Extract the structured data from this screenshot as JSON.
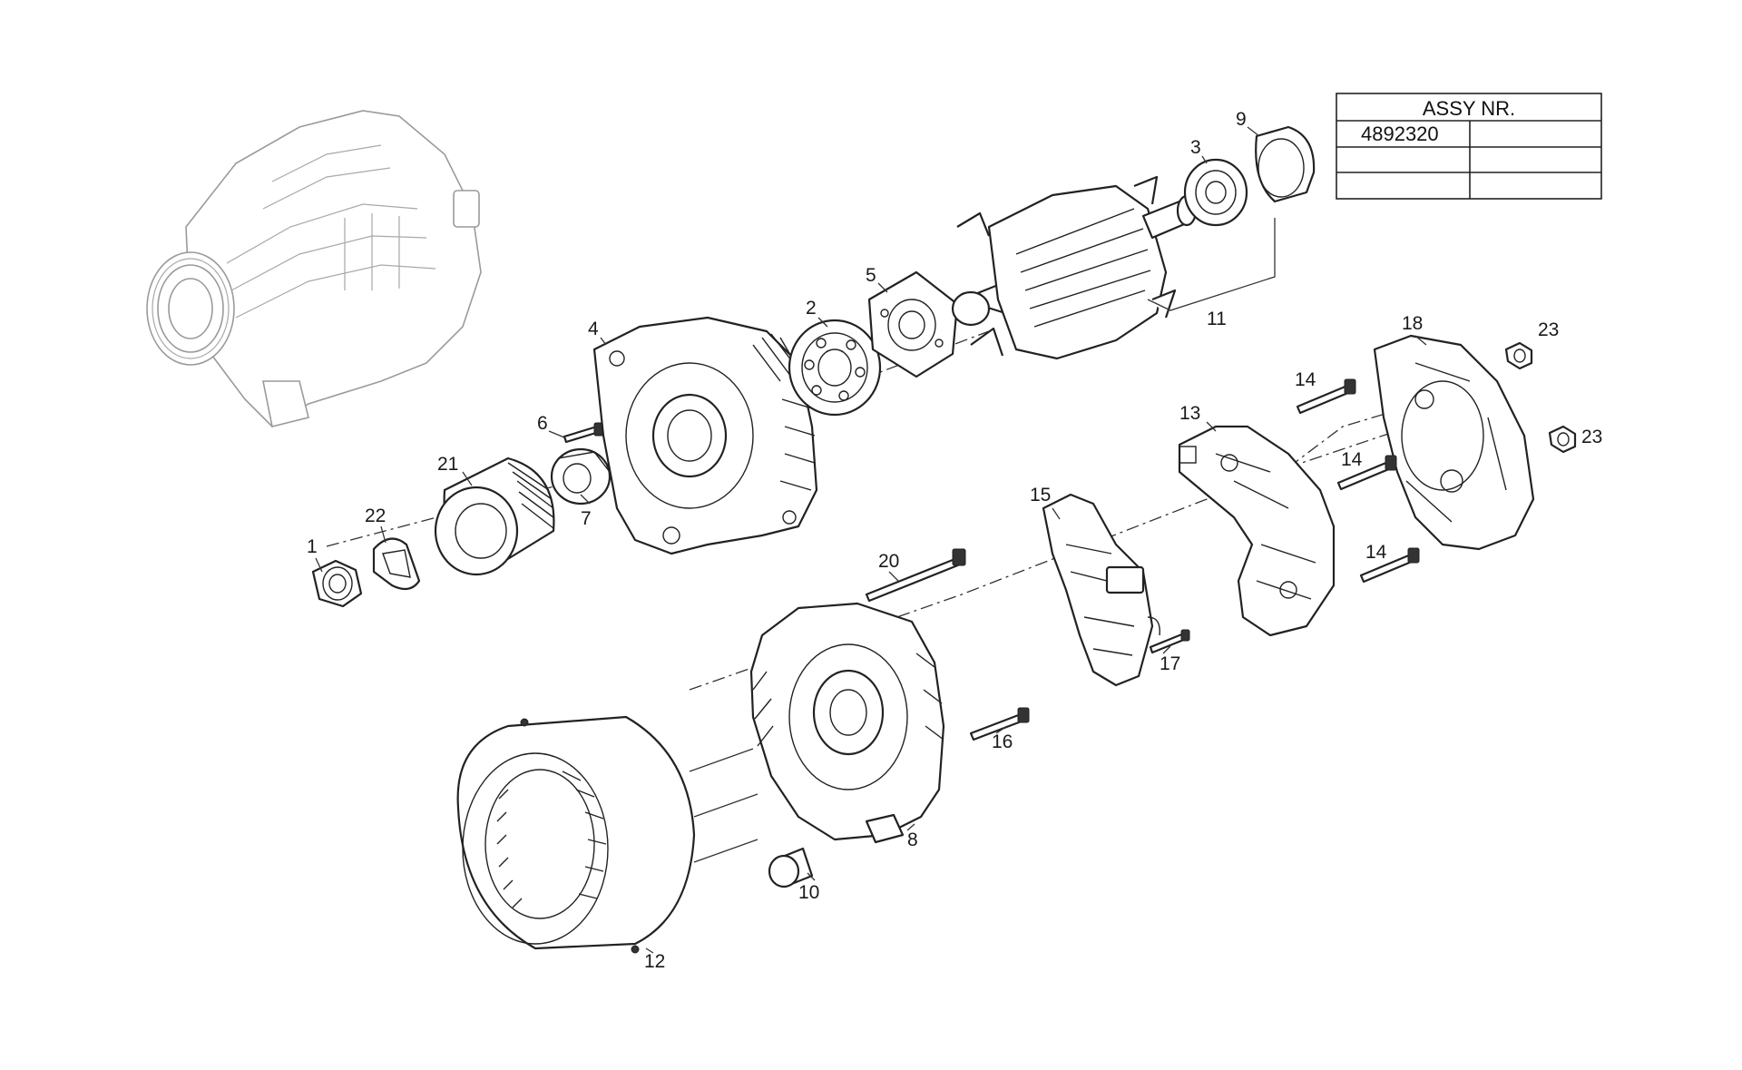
{
  "assembly_table": {
    "header": "ASSY NR.",
    "rows": [
      [
        "4892320",
        ""
      ],
      [
        "",
        ""
      ],
      [
        "",
        ""
      ]
    ]
  },
  "parts": [
    {
      "id": "part-1",
      "label": "1"
    },
    {
      "id": "part-2",
      "label": "2"
    },
    {
      "id": "part-3",
      "label": "3"
    },
    {
      "id": "part-4",
      "label": "4"
    },
    {
      "id": "part-5",
      "label": "5"
    },
    {
      "id": "part-6",
      "label": "6"
    },
    {
      "id": "part-7",
      "label": "7"
    },
    {
      "id": "part-8",
      "label": "8"
    },
    {
      "id": "part-9",
      "label": "9"
    },
    {
      "id": "part-10",
      "label": "10"
    },
    {
      "id": "part-11",
      "label": "11"
    },
    {
      "id": "part-12",
      "label": "12"
    },
    {
      "id": "part-13",
      "label": "13"
    },
    {
      "id": "part-14a",
      "label": "14"
    },
    {
      "id": "part-14b",
      "label": "14"
    },
    {
      "id": "part-14c",
      "label": "14"
    },
    {
      "id": "part-15",
      "label": "15"
    },
    {
      "id": "part-16",
      "label": "16"
    },
    {
      "id": "part-17",
      "label": "17"
    },
    {
      "id": "part-18",
      "label": "18"
    },
    {
      "id": "part-20",
      "label": "20"
    },
    {
      "id": "part-21",
      "label": "21"
    },
    {
      "id": "part-22",
      "label": "22"
    },
    {
      "id": "part-23a",
      "label": "23"
    },
    {
      "id": "part-23b",
      "label": "23"
    }
  ]
}
